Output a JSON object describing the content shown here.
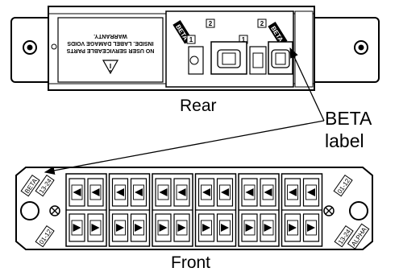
{
  "rear": {
    "caption": "Rear",
    "warning_lines": [
      "NO USER SERVICEABLE PARTS",
      "INSIDE. LABEL DAMAGE VOIDS",
      "WARRANTY."
    ],
    "beta_tag": "BETA",
    "port_digits": [
      "2",
      "1",
      "2",
      "1"
    ]
  },
  "front": {
    "caption": "Front",
    "tags": {
      "beta": "BETA",
      "ports_13_24_left": "13-24",
      "ports_01_12_left": "01-12",
      "ports_01_12_right": "01-12",
      "ports_13_24_right": "13-24",
      "alpha": "ALPHA"
    }
  },
  "callout": {
    "line1": "BETA",
    "line2": "label"
  }
}
